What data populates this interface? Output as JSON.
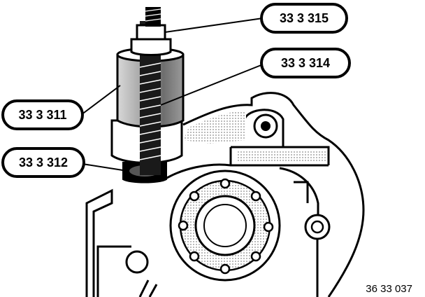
{
  "diagram": {
    "callouts": [
      {
        "id": "c315",
        "label": "33 3 315"
      },
      {
        "id": "c314",
        "label": "33 3 314"
      },
      {
        "id": "c311",
        "label": "33 3 311"
      },
      {
        "id": "c312",
        "label": "33 3 312"
      }
    ],
    "figure_number": "36 33 037"
  },
  "colors": {
    "ink": "#000000",
    "paper": "#ffffff",
    "shade": "#8a8a8a"
  }
}
